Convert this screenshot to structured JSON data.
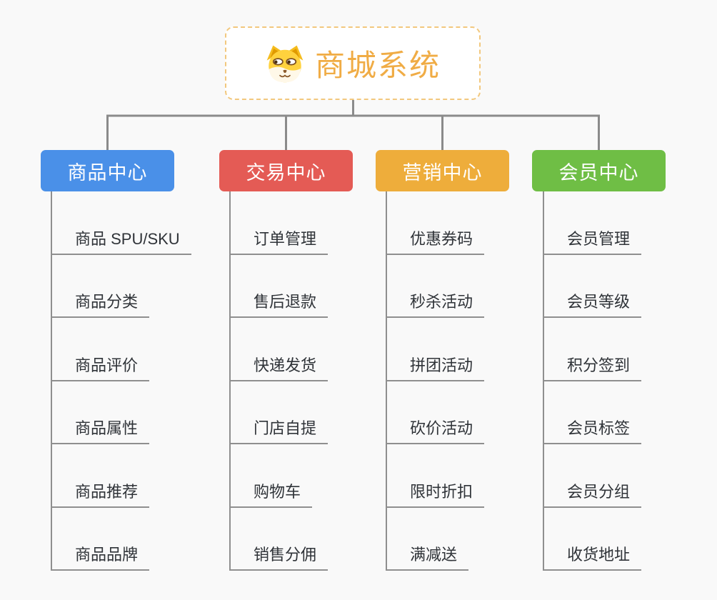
{
  "root": {
    "title": "商城系统",
    "icon": "dog-icon"
  },
  "colors": {
    "background": "#F9F9F9",
    "root_border": "#F2C87E",
    "root_title": "#F0AC45",
    "connector": "#8B8B8B",
    "leaf_line": "#8F8F8F",
    "leaf_text": "#2F3338",
    "branch_product": "#4A90E8",
    "branch_trade": "#E45B55",
    "branch_marketing": "#EEAD3B",
    "branch_member": "#6FBE45"
  },
  "branches": [
    {
      "id": "product",
      "label": "商品中心",
      "color": "#4A90E8",
      "children": [
        "商品 SPU/SKU",
        "商品分类",
        "商品评价",
        "商品属性",
        "商品推荐",
        "商品品牌"
      ]
    },
    {
      "id": "trade",
      "label": "交易中心",
      "color": "#E45B55",
      "children": [
        "订单管理",
        "售后退款",
        "快递发货",
        "门店自提",
        "购物车",
        "销售分佣"
      ]
    },
    {
      "id": "marketing",
      "label": "营销中心",
      "color": "#EEAD3B",
      "children": [
        "优惠券码",
        "秒杀活动",
        "拼团活动",
        "砍价活动",
        "限时折扣",
        "满减送"
      ]
    },
    {
      "id": "member",
      "label": "会员中心",
      "color": "#6FBE45",
      "children": [
        "会员管理",
        "会员等级",
        "积分签到",
        "会员标签",
        "会员分组",
        "收货地址"
      ]
    }
  ]
}
